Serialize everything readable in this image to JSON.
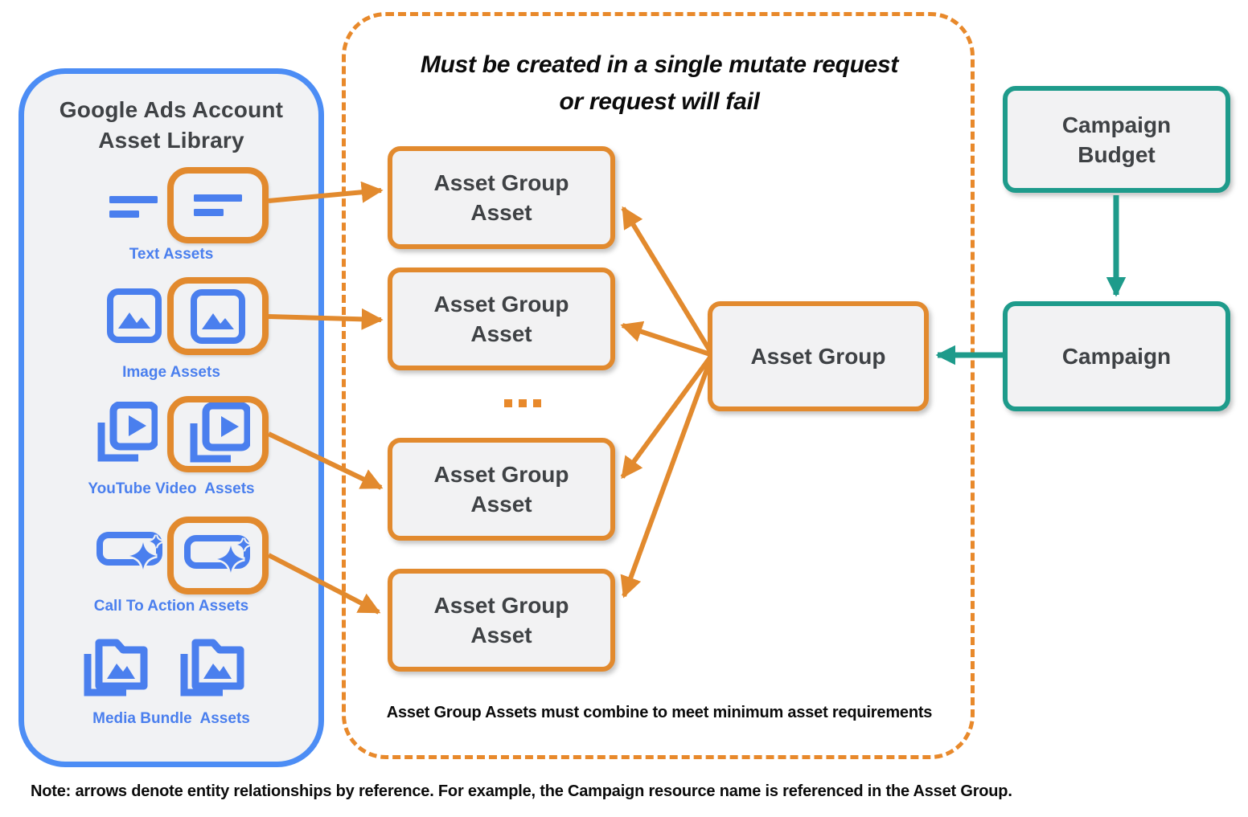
{
  "library": {
    "title_line1": "Google Ads Account",
    "title_line2": "Asset Library",
    "items": [
      {
        "label": "Text Assets",
        "icon": "text-asset-icon",
        "highlighted": true
      },
      {
        "label": "Image Assets",
        "icon": "image-asset-icon",
        "highlighted": true
      },
      {
        "label": "YouTube Video  Assets",
        "icon": "youtube-video-asset-icon",
        "highlighted": true
      },
      {
        "label": "Call To Action Assets",
        "icon": "call-to-action-asset-icon",
        "highlighted": true
      },
      {
        "label": "Media Bundle  Assets",
        "icon": "media-bundle-asset-icon",
        "highlighted": false
      }
    ]
  },
  "mutate_box": {
    "heading_line1": "Must be created in a single mutate request",
    "heading_line2": "or request will fail",
    "asset_group_asset_boxes": [
      "Asset Group Asset",
      "Asset Group Asset",
      "Asset Group Asset",
      "Asset Group Asset"
    ],
    "ellipsis_icon": "orange-squares-ellipsis",
    "footnote": "Asset Group Assets must combine to meet minimum asset requirements"
  },
  "entities": {
    "asset_group": "Asset Group",
    "campaign_budget": "Campaign Budget",
    "campaign": "Campaign"
  },
  "note": "Note: arrows denote entity relationships by reference. For example, the Campaign resource name is referenced in the Asset Group.",
  "colors": {
    "orange": "#E28A2E",
    "blue_panel_border": "#4C8DF5",
    "blue_icon": "#4A7FEE",
    "teal": "#1E9B8B",
    "box_fill": "#F2F2F3",
    "panel_fill": "#F1F2F4",
    "dark_text": "#3F4245"
  }
}
